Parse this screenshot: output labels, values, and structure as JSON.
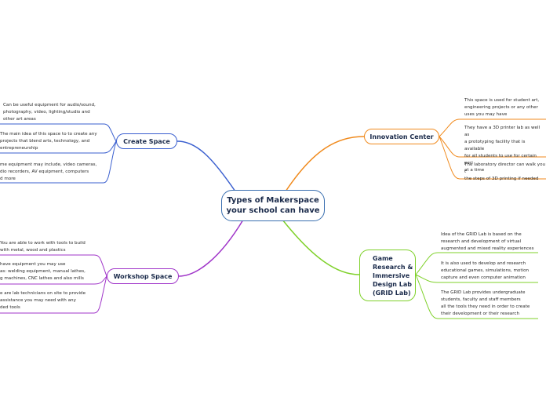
{
  "central": {
    "label_line1": "Types of Makerspace",
    "label_line2": "your school can have"
  },
  "branches": {
    "create_space": {
      "label": "Create Space",
      "color": "#3a5fcf",
      "leaves": [
        "Can be useful equipment for audio/sound,\nphotography, video, lighting/studio and\nother art areas",
        "The main idea of this space to to create any\nprojects that blend arts, technology, and\nentrepreneurship",
        "me equipment may include, video cameras,\ndio recorders, AV equipment, computers\nd more"
      ]
    },
    "workshop_space": {
      "label": "Workshop Space",
      "color": "#a035c9",
      "leaves": [
        "You are able to work with tools to build\nwith metal, wood and plastics",
        "have equipment you may use\nas: welding equipment, manual lathes,\ng machines, CNC lathes and also mills",
        "e are lab technicians on site to provide\nassistance you may need with any\nded tools"
      ]
    },
    "innovation_center": {
      "label": "Innovation Center",
      "color": "#f08a1d",
      "leaves": [
        "This space is used for student art,\nengineering projects or any other\nuses you may have",
        "They have a 3D printer lab as well as\na prototyping facility that is available\nfor all students to use for certain peri\nat a time",
        "The laboratory director can walk you t\nthe steps of 3D printing if needed"
      ]
    },
    "grid_lab": {
      "label": "Game\nResearch &\nImmersive\nDesign Lab\n(GRID Lab)",
      "color": "#7fd12a",
      "leaves": [
        "Idea of the GRID Lab is based on the\nresearch and development of virtual\naugmented and mixed reality experiences",
        "It is also used to develop and research\neducational games, simulations, motion\ncapture and even computer animation",
        "The GRID Lab provides undergraduate\nstudents, faculty and staff members\nall the tools they need in order to create\ntheir development or their research"
      ]
    }
  },
  "colors": {
    "central_border": "#3a6fb0",
    "create": "#3a5fcf",
    "workshop": "#a035c9",
    "innovation": "#f08a1d",
    "grid": "#7fd12a"
  }
}
